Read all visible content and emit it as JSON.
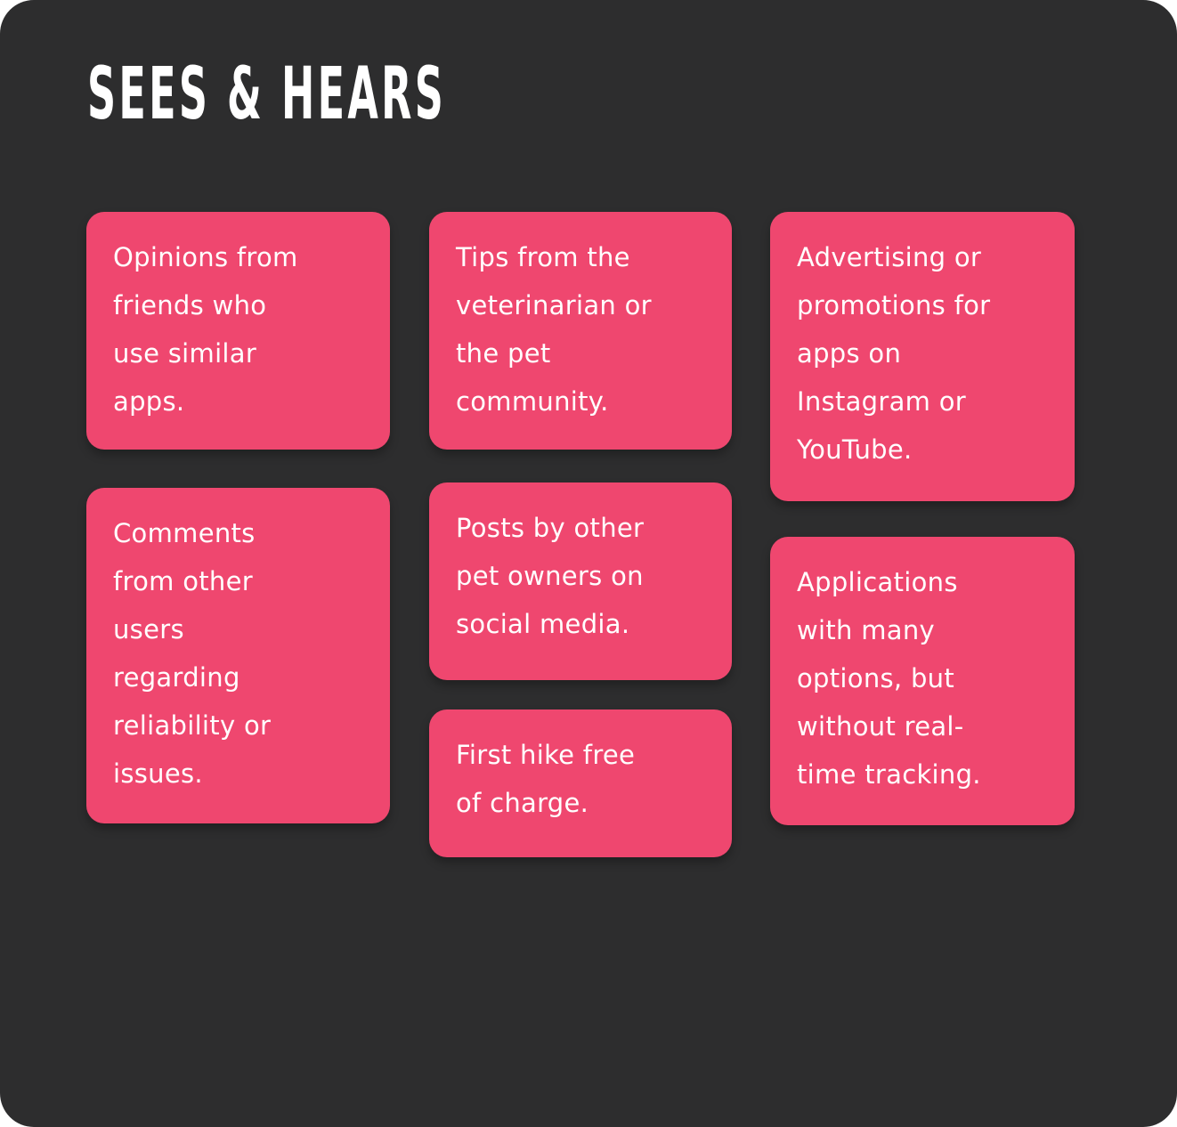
{
  "title": "SEES & HEARS",
  "colors": {
    "canvas_background": "#FFFFFF",
    "panel_background": "#2D2D2E",
    "card_background": "#EF476F",
    "card_text": "#FFFFFF",
    "title_text": "#FFFFFF"
  },
  "cards": [
    {
      "text": "Opinions from\nfriends who\nuse similar\napps."
    },
    {
      "text": "Tips from the\nveterinarian or\nthe pet\ncommunity."
    },
    {
      "text": "Advertising or\npromotions for\napps on\nInstagram or\nYouTube."
    },
    {
      "text": "Comments\nfrom other\nusers\nregarding\nreliability or\nissues."
    },
    {
      "text": "Posts by other\npet owners on\nsocial media."
    },
    {
      "text": "First hike free\nof charge."
    },
    {
      "text": "Applications\nwith many\noptions, but\nwithout real-\ntime tracking."
    }
  ]
}
